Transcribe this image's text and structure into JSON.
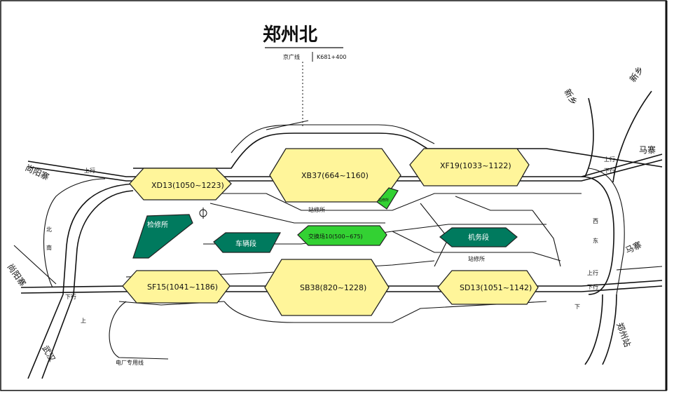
{
  "station": {
    "title": "郑州北",
    "line_name": "京广线",
    "mileage": "K681+400"
  },
  "yards": {
    "xd13": "XD13(1050~1223)",
    "xb37": "XB37(664~1160)",
    "xf19": "XF19(1033~1122)",
    "sf15": "SF15(1041~1186)",
    "sb38": "SB38(820~1228)",
    "sd13": "SD13(1051~1142)",
    "jiaohuanchang": "交换场10(500~675)",
    "jiwuduan": "机务段",
    "cheliangduan": "车辆段",
    "jianxiusuo": "检修所",
    "small_green": "站修所"
  },
  "facilities": {
    "zhanxiusuo_top": "站修所",
    "zhanxiusuo_bottom": "站修所"
  },
  "directions": {
    "shangyangmiao_top": "尚阳寨",
    "shangyangmiao_left": "尚阳寨",
    "wuhan": "武汉",
    "xinxiang_top": "新乡",
    "xinxiang_tr": "新乡",
    "mazhai_right": "马寨",
    "mazhai_right2": "马寨",
    "zhengzhou_br": "郑州站",
    "dianchang": "电厂专用线"
  },
  "line_marks": {
    "up": "上行",
    "down": "下行",
    "xi": "西",
    "dong": "东",
    "bei": "北",
    "nan": "南",
    "shang": "上",
    "xia": "下"
  }
}
